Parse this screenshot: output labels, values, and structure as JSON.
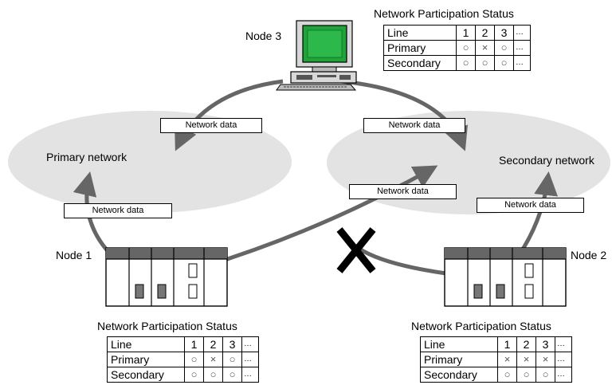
{
  "nodes": {
    "node1": "Node 1",
    "node2": "Node 2",
    "node3": "Node 3"
  },
  "networks": {
    "primary": "Primary network",
    "secondary": "Secondary network"
  },
  "data_label": "Network data",
  "status_tables": {
    "node3": {
      "title": "Network Participation Status",
      "header": [
        "Line",
        "1",
        "2",
        "3",
        "…"
      ],
      "rows": [
        [
          "Primary",
          "○",
          "×",
          "○",
          "…"
        ],
        [
          "Secondary",
          "○",
          "○",
          "○",
          "…"
        ]
      ]
    },
    "node1": {
      "title": "Network Participation Status",
      "header": [
        "Line",
        "1",
        "2",
        "3",
        "…"
      ],
      "rows": [
        [
          "Primary",
          "○",
          "×",
          "○",
          "…"
        ],
        [
          "Secondary",
          "○",
          "○",
          "○",
          "…"
        ]
      ]
    },
    "node2": {
      "title": "Network Participation Status",
      "header": [
        "Line",
        "1",
        "2",
        "3",
        "…"
      ],
      "rows": [
        [
          "Primary",
          "×",
          "×",
          "×",
          "…"
        ],
        [
          "Secondary",
          "○",
          "○",
          "○",
          "…"
        ]
      ]
    }
  },
  "colors": {
    "network_ellipse": "#e3e3e3",
    "arrow": "#666666",
    "screen": "#1fa33a",
    "unit_header": "#666666"
  }
}
